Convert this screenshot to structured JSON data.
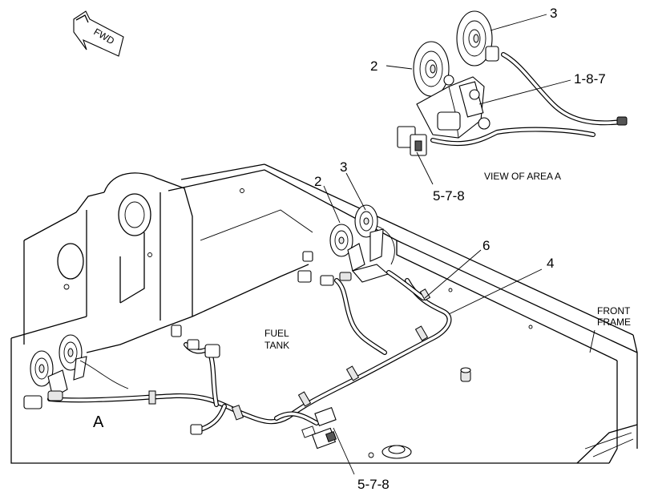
{
  "fwd_label": "FWD",
  "callouts": {
    "horn_inset": "3",
    "horn2_inset": "2",
    "bracket_inset": "1-8-7",
    "connector_inset": "5-7-8",
    "horn2_main": "2",
    "horn3_main": "3",
    "clip": "6",
    "harness": "4",
    "connector_main": "5-7-8"
  },
  "captions": {
    "view": "VIEW OF AREA A",
    "front_frame_line1": "FRONT",
    "front_frame_line2": "FRAME",
    "fuel_tank_line1": "FUEL",
    "fuel_tank_line2": "TANK",
    "area_marker": "A"
  }
}
